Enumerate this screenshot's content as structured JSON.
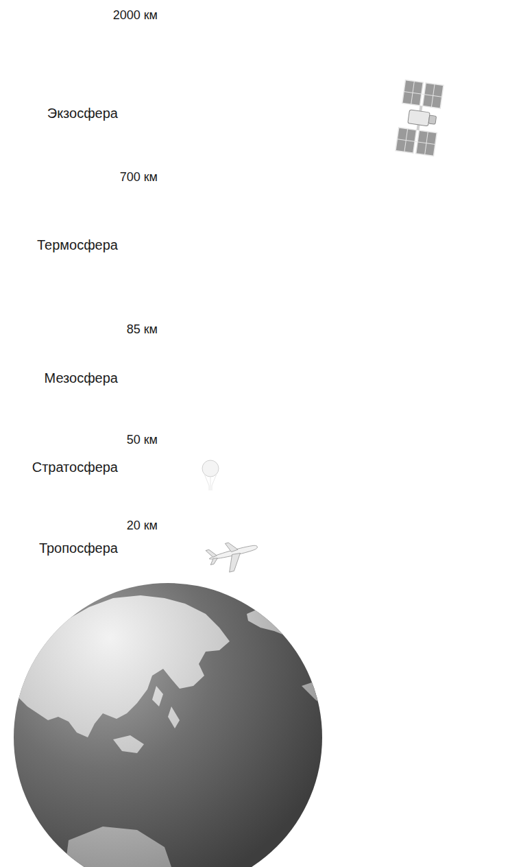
{
  "diagram": {
    "nodes": [
      {
        "text": [
          "Экзосфера"
        ]
      },
      {
        "text": [
          "Термосфера"
        ]
      },
      {
        "text": [
          "Мезосфера"
        ]
      },
      {
        "text": [
          "Стратосфера"
        ]
      },
      {
        "text": [
          "Тропосфера"
        ]
      }
    ],
    "labels": [
      "2000 км",
      "700 км",
      "85 км",
      "50 км",
      "20 км"
    ]
  }
}
